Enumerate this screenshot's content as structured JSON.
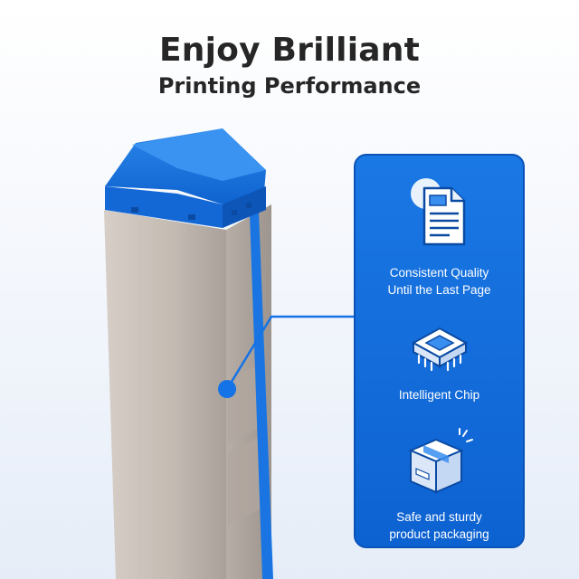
{
  "headline": {
    "title": "Enjoy Brilliant",
    "subtitle": "Printing Performance"
  },
  "colors": {
    "accent": "#1473e6",
    "cartridge_body": "#c9c0b8",
    "heading_text": "#262626"
  },
  "features": [
    {
      "icon": "document-icon",
      "lines": [
        "Consistent Quality",
        "Until the Last Page"
      ]
    },
    {
      "icon": "chip-icon",
      "lines": [
        "Intelligent Chip"
      ]
    },
    {
      "icon": "box-icon",
      "lines": [
        "Safe and sturdy",
        "product packaging"
      ]
    }
  ]
}
